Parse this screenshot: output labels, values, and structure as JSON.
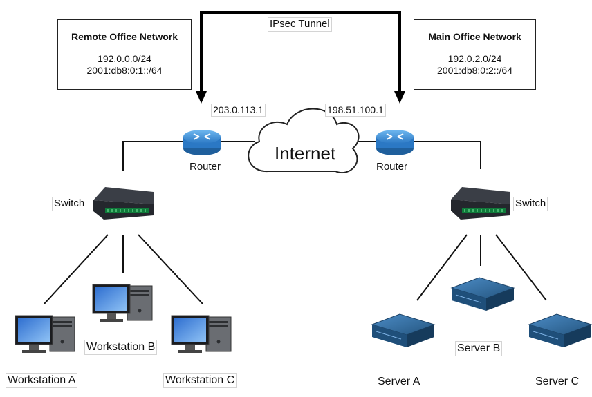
{
  "tunnel": {
    "label": "IPsec Tunnel"
  },
  "remote_office": {
    "title": "Remote Office Network",
    "ipv4": "192.0.0.0/24",
    "ipv6": "2001:db8:0:1::/64",
    "router_label": "Router",
    "router_ip": "203.0.113.1",
    "switch_label": "Switch",
    "workstations": [
      "Workstation A",
      "Workstation B",
      "Workstation C"
    ]
  },
  "main_office": {
    "title": "Main Office Network",
    "ipv4": "192.0.2.0/24",
    "ipv6": "2001:db8:0:2::/64",
    "router_label": "Router",
    "router_ip": "198.51.100.1",
    "switch_label": "Switch",
    "servers": [
      "Server A",
      "Server B",
      "Server C"
    ]
  },
  "internet": {
    "label": "Internet"
  },
  "colors": {
    "router_blue": "#3a8fd8",
    "server_blue": "#2f6fa8",
    "switch_dark": "#2a2d33",
    "line": "#111111"
  }
}
